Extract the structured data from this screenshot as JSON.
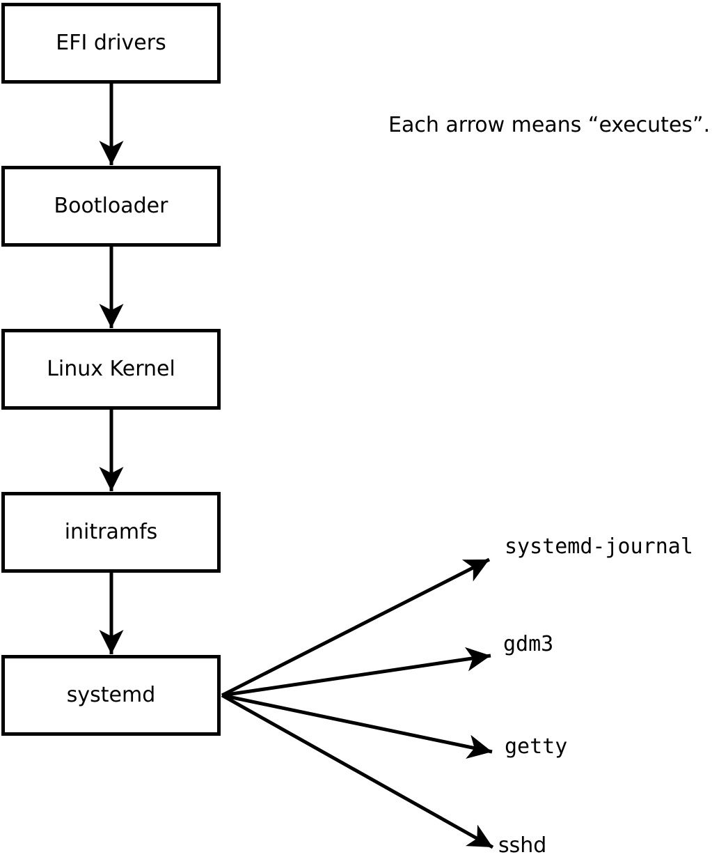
{
  "colors": {
    "background": "#ffffff",
    "ink": "#000000"
  },
  "caption": "Each arrow means “executes”.",
  "boot_chain": [
    "EFI drivers",
    "Bootloader",
    "Linux Kernel",
    "initramfs",
    "systemd"
  ],
  "systemd_spawns": [
    "systemd-journal",
    "gdm3",
    "getty",
    "sshd"
  ]
}
